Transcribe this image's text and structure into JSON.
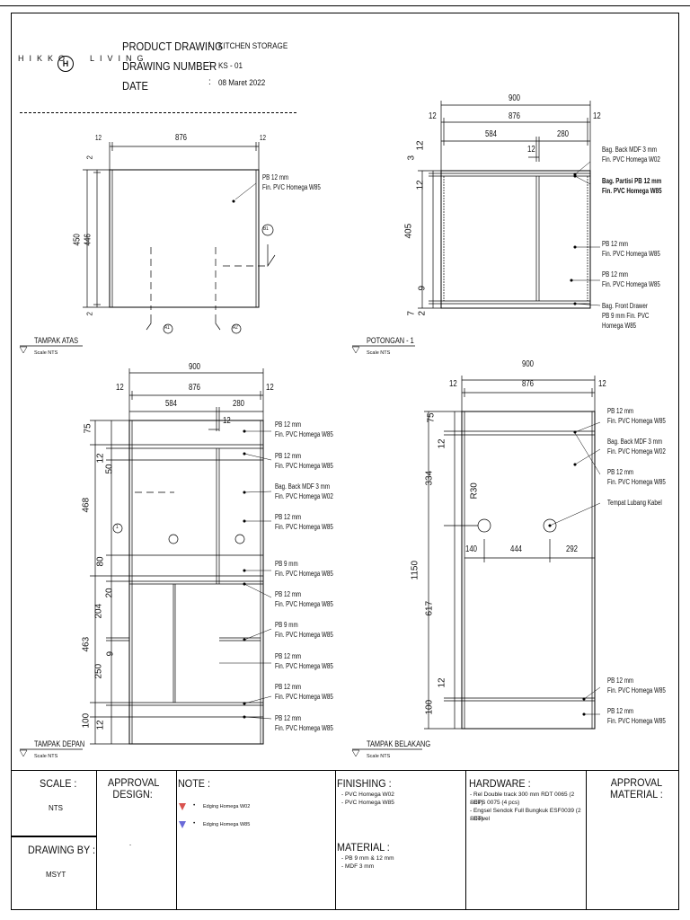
{
  "brand": {
    "name_left": "HIKKO",
    "name_right": "LIVING",
    "mark": "H"
  },
  "header": {
    "rows": [
      {
        "label": "PRODUCT DRAWING",
        "value": "KITCHEN STORAGE"
      },
      {
        "label": "DRAWING NUMBER",
        "value": "KS - 01"
      },
      {
        "label": "DATE",
        "value": "08 Maret 2022"
      }
    ],
    "colon": ":"
  },
  "views": {
    "top": {
      "title": "TAMPAK ATAS",
      "scale": "Scale  NTS",
      "dims": {
        "w_left": "12",
        "w_mid": "876",
        "w_right": "12",
        "h_outer": "450",
        "h_inner": "446",
        "h_top": "2",
        "h_bottom": "2"
      },
      "labels": [
        {
          "line1": "PB 12 mm",
          "line2": "Fin. PVC Homega W85"
        }
      ],
      "markers": {
        "b1": "B1",
        "a1": "A1",
        "a2": "A2"
      }
    },
    "section": {
      "title": "POTONGAN - 1",
      "scale": "Scale  NTS",
      "dims": {
        "total": "900",
        "left": "12",
        "mid": "876",
        "right": "12",
        "a": "584",
        "b": "280",
        "c": "12",
        "h1": "3",
        "h2": "12",
        "h3": "405",
        "h4": "9",
        "h5": "7",
        "h6": "2",
        "h7": "12"
      },
      "labels": [
        {
          "line1": "Bag. Back MDF 3 mm",
          "line2": "Fin. PVC Homega W02"
        },
        {
          "line1": "Bag. Partisi PB 12 mm",
          "line2": "Fin. PVC Homega W85"
        },
        {
          "line1": "PB 12 mm",
          "line2": "Fin. PVC Homega W85"
        },
        {
          "line1": "PB 12 mm",
          "line2": "Fin. PVC Homega W85"
        },
        {
          "line1": "Bag. Front Drawer",
          "line2": "PB 9 mm Fin. PVC",
          "line3": "Homega W85"
        }
      ]
    },
    "front": {
      "title": "TAMPAK DEPAN",
      "scale": "Scale  NTS",
      "dims": {
        "total": "900",
        "left": "12",
        "mid": "876",
        "right": "12",
        "a": "584",
        "b": "280",
        "c": "12",
        "v": [
          "75",
          "12",
          "50",
          "468",
          "80",
          "20",
          "204",
          "463",
          "9",
          "250",
          "12",
          "100"
        ]
      },
      "marker": "1",
      "labels": [
        {
          "line1": "PB 12 mm",
          "line2": "Fin. PVC Homega W85"
        },
        {
          "line1": "PB 12 mm",
          "line2": "Fin. PVC Homega W85"
        },
        {
          "line1": "Bag. Back MDF 3 mm",
          "line2": "Fin. PVC Homega W02"
        },
        {
          "line1": "PB 12 mm",
          "line2": "Fin. PVC Homega W85"
        },
        {
          "line1": "PB 9 mm",
          "line2": "Fin. PVC Homega W85"
        },
        {
          "line1": "PB 12 mm",
          "line2": "Fin. PVC Homega W85"
        },
        {
          "line1": "PB 9 mm",
          "line2": "Fin. PVC Homega W85"
        },
        {
          "line1": "PB 12 mm",
          "line2": "Fin. PVC Homega W85"
        },
        {
          "line1": "PB 12 mm",
          "line2": "Fin. PVC Homega W85"
        },
        {
          "line1": "PB 12 mm",
          "line2": "Fin. PVC Homega W85"
        }
      ]
    },
    "back": {
      "title": "TAMPAK BELAKANG",
      "scale": "Scale  NTS",
      "dims": {
        "total": "900",
        "left": "12",
        "mid": "876",
        "right": "12",
        "h_all": "1150",
        "v1": "75",
        "v2": "12",
        "v3": "334",
        "v4": "617",
        "v5": "12",
        "v6": "100",
        "r": "R30",
        "x1": "140",
        "x2": "444",
        "x3": "292"
      },
      "labels": [
        {
          "line1": "PB 12 mm",
          "line2": "Fin. PVC Homega W85"
        },
        {
          "line1": "Bag. Back MDF 3 mm",
          "line2": "Fin. PVC Homega W02"
        },
        {
          "line1": "PB 12 mm",
          "line2": "Fin. PVC Homega W85"
        },
        {
          "line1": "Tempat Lubang Kabel",
          "line2": ""
        },
        {
          "line1": "PB 12 mm",
          "line2": "Fin. PVC Homega W85"
        },
        {
          "line1": "PB 12 mm",
          "line2": "Fin. PVC Homega W85"
        }
      ]
    }
  },
  "title_block": {
    "scale": {
      "head": "SCALE :",
      "value": "NTS"
    },
    "drawing_by": {
      "head": "DRAWING BY :",
      "value": "MSYT"
    },
    "approval_design": {
      "head1": "APPROVAL",
      "head2": "DESIGN:",
      "value": "-"
    },
    "note": {
      "head": "NOTE :",
      "items": [
        "Edging Homega W02",
        "Edging Homega W85"
      ],
      "colors": [
        "#d9534f",
        "#6a6ad8"
      ]
    },
    "finishing": {
      "head": "FINISHING :",
      "items": [
        "- PVC Homega W02",
        "- PVC Homega W85"
      ]
    },
    "material": {
      "head": "MATERIAL :",
      "items": [
        "- PB 9 mm & 12 mm",
        "- MDF 3 mm"
      ]
    },
    "hardware": {
      "head": "HARDWARE :",
      "items": [
        "- Rel Double track 300 mm RDT 0065 (2 SET)",
        "- DPS 0075 (4 pcs)",
        "- Engsel Sendok Full Bungkuk ESF0039 (2 SET)",
        "- Dowel"
      ]
    },
    "approval_material": {
      "head1": "APPROVAL",
      "head2": "MATERIAL :"
    }
  }
}
